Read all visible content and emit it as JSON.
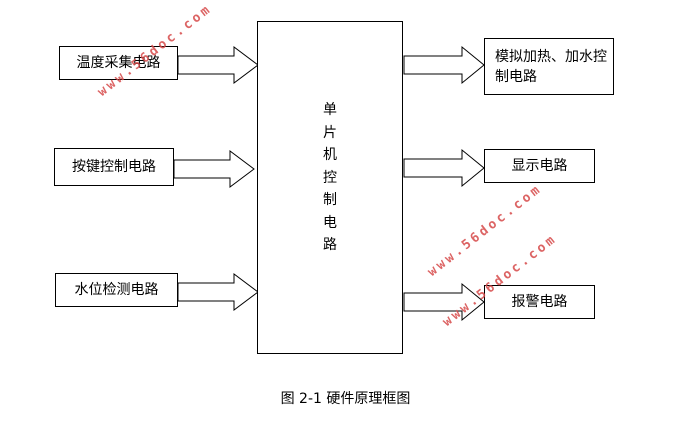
{
  "diagram": {
    "center_label": "单片机控制电路",
    "inputs": [
      "温度采集电路",
      "按键控制电路",
      "水位检测电路"
    ],
    "outputs": [
      "模拟加热、加水控制电路",
      "显示电路",
      "报警电路"
    ],
    "caption": "图 2-1  硬件原理框图",
    "watermarks": [
      "www.56doc.com",
      "www.56doc.com",
      "www.56doc.com"
    ],
    "colors": {
      "line": "#000000",
      "watermark": "#d64a4a"
    }
  }
}
